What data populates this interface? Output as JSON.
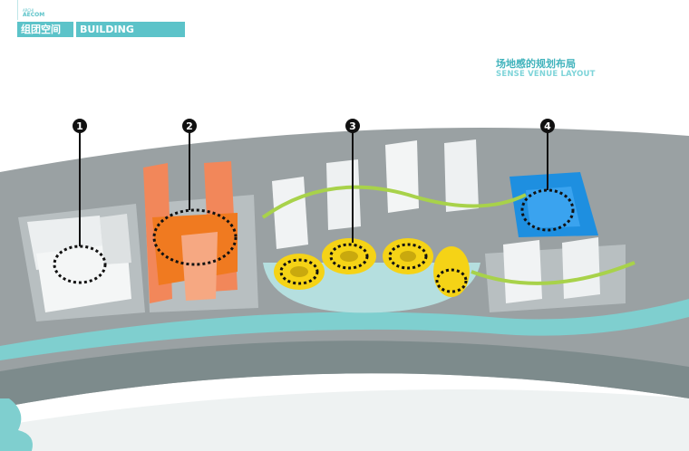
{
  "header": {
    "small_label": "ARCHI",
    "brand": "AECOM",
    "title_cn": "组团空间",
    "title_en": "BUILDING GROUPS"
  },
  "section": {
    "title_cn": "场地感的规划布局",
    "title_en": "SENSE VENUE LAYOUT"
  },
  "markers": [
    {
      "label": "1"
    },
    {
      "label": "2"
    },
    {
      "label": "3"
    },
    {
      "label": "4"
    }
  ],
  "colors": {
    "accent": "#5cc3c9",
    "orange": "#f07a20",
    "yellow": "#f5d316",
    "blue": "#1e8fe0",
    "water": "#7fcfcf",
    "green": "#a8d24a"
  }
}
